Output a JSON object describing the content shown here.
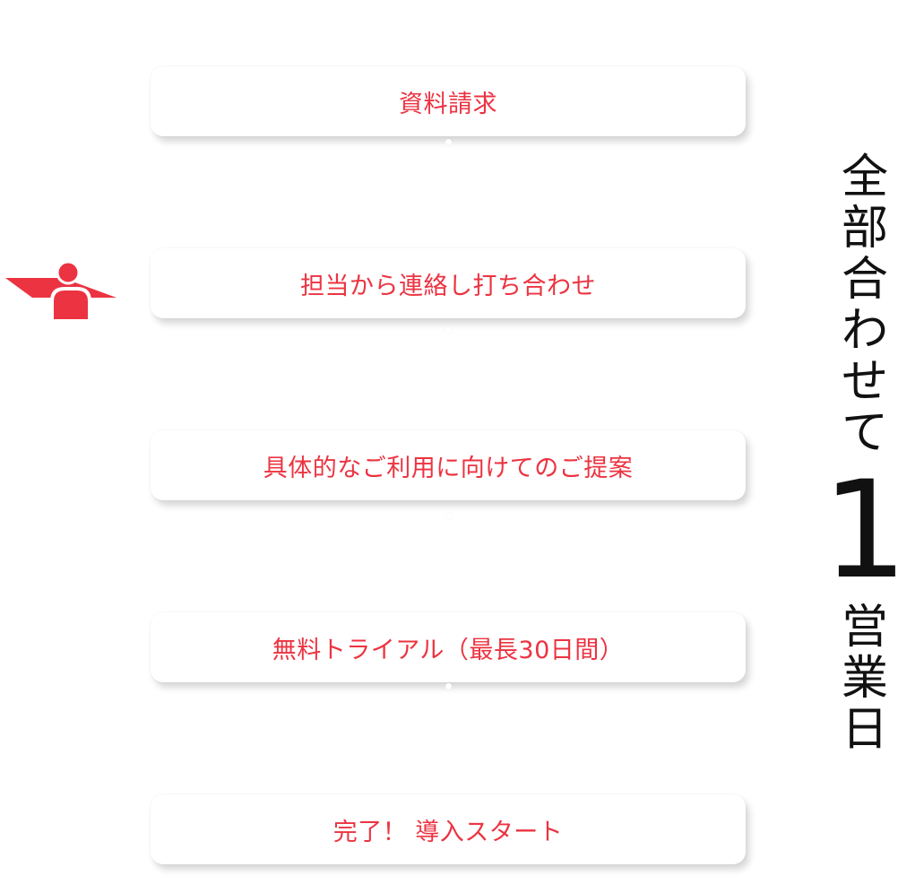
{
  "accent_color": "#ec3341",
  "steps": [
    {
      "label": "資料請求"
    },
    {
      "label": "担当から連絡し打ち合わせ"
    },
    {
      "label": "具体的なご利用に向けてのご提案"
    },
    {
      "label": "無料トライアル（最長30日間）"
    },
    {
      "label": "完了！ 導入スタート"
    }
  ],
  "current_step_marker": {
    "icon": "person-at-desk-icon",
    "step_index": 1
  },
  "side_caption": {
    "before": [
      "全",
      "部",
      "合",
      "わ",
      "せ",
      "て"
    ],
    "number": "1",
    "after": [
      "営",
      "業",
      "日"
    ]
  }
}
